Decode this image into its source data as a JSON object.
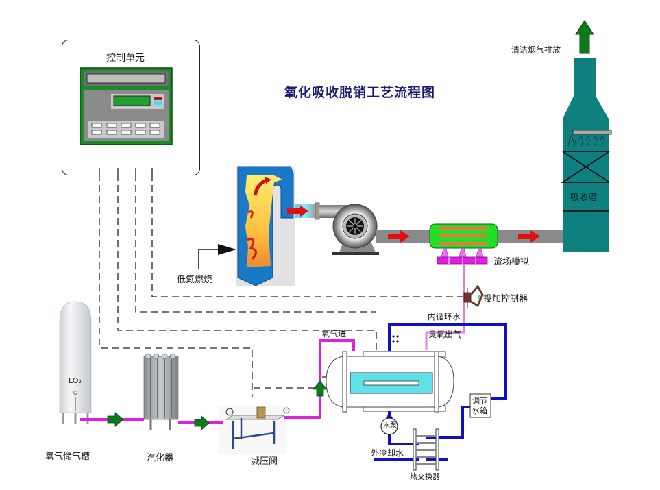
{
  "diagram": {
    "title": "氧化吸收脱销工艺流程图",
    "control_unit": {
      "label": "控制单元"
    },
    "boiler": {
      "label": "低氮燃烧"
    },
    "flow_simulation": {
      "label": "流场模拟"
    },
    "dosing_controller": {
      "label": "投加控制器"
    },
    "absorption_tower": {
      "label": "吸收塔"
    },
    "exhaust": {
      "label": "清洁烟气排放"
    },
    "oxygen_tank": {
      "label": "氧气储气槽",
      "marking": "LO₂"
    },
    "vaporizer": {
      "label": "汽化器"
    },
    "pressure_valve": {
      "label": "减压阀"
    },
    "ozone_generator": {
      "oxygen_in": "氧气进",
      "inner_circulation": "内循环水",
      "ozone_out": "臭氧出气"
    },
    "water_tank": {
      "label_line1": "调节",
      "label_line2": "水箱"
    },
    "pump": {
      "label": "水泵"
    },
    "external_cooling": {
      "label": "外冷却水"
    },
    "heat_exchanger": {
      "label": "热交换器"
    },
    "colors": {
      "title": "#1a1a6e",
      "oxygen_line": "#e020e0",
      "water_line": "#1010c8",
      "flue_duct": "#8a8a8a",
      "flow_arrow": "#e01010",
      "oxygen_arrow": "#0a7a1a",
      "tower": "#0f8080",
      "controller_green": "#1a8a2a",
      "boiler_blue": "#1a78c8"
    }
  }
}
